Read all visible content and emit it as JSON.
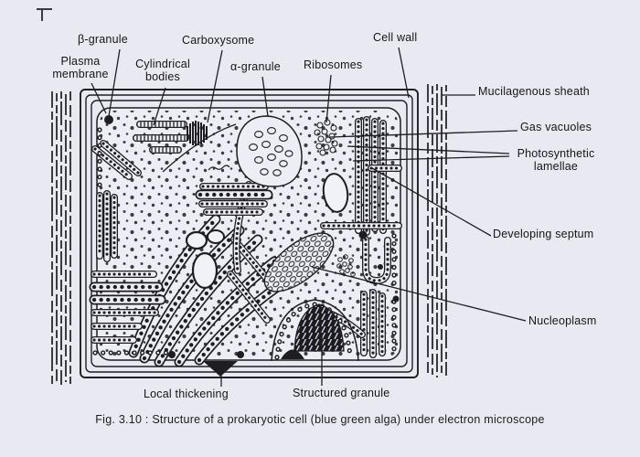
{
  "figure": {
    "caption": "Fig. 3.10 : Structure of a prokaryotic cell (blue green alga) under electron microscope"
  },
  "labels": {
    "beta_granule": "β-granule",
    "plasma_membrane": "Plasma membrane",
    "cylindrical_bodies": "Cylindrical bodies",
    "carboxysome": "Carboxysome",
    "alpha_granule": "α-granule",
    "ribosomes": "Ribosomes",
    "cell_wall": "Cell wall",
    "mucilagenous_sheath": "Mucilagenous sheath",
    "gas_vacuoles": "Gas vacuoles",
    "photosynthetic_lamellae": "Photosynthetic lamellae",
    "developing_septum": "Developing septum",
    "nucleoplasm": "Nucleoplasm",
    "local_thickening": "Local thickening",
    "structured_granule": "Structured granule"
  },
  "colors": {
    "background": "#e9e9f1",
    "ink": "#1e1e22",
    "text": "#151518"
  }
}
